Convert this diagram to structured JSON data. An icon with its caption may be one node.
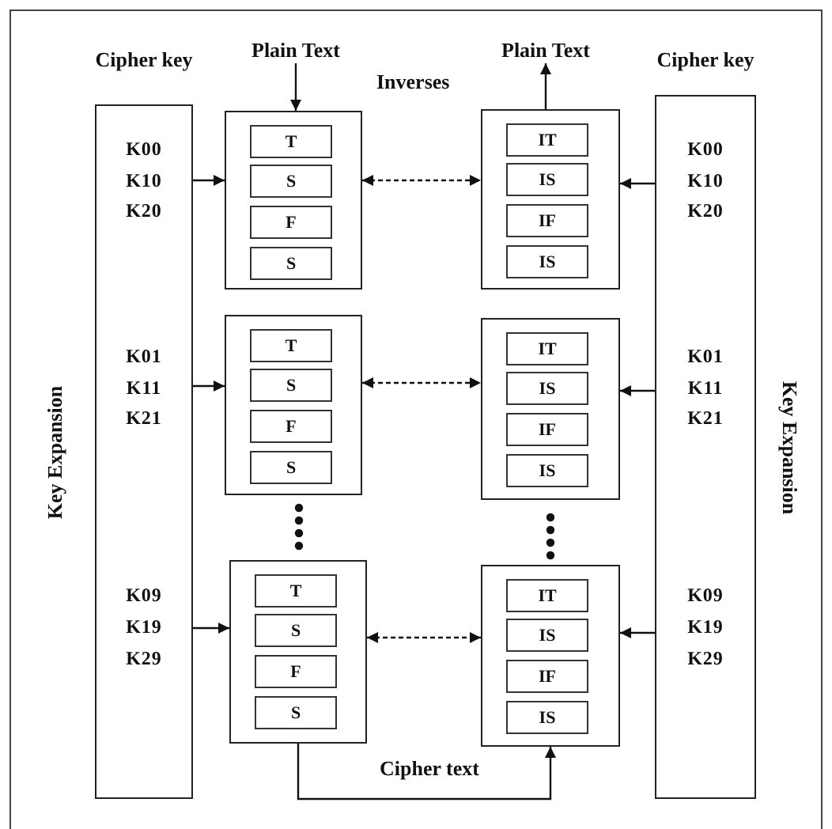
{
  "diagram": {
    "nodes": [
      {
        "text": [
          "Plain Text"
        ]
      },
      {
        "text": [
          "Plain Text"
        ]
      },
      {
        "text": [
          "Cipher key",
          "K00",
          "K10",
          "K20",
          "K01",
          "K11",
          "K21",
          "K09",
          "K19",
          "K29"
        ],
        "beside": [
          "Key Expansion"
        ]
      },
      {
        "text": [],
        "shape": "box"
      },
      {
        "text": [
          "T"
        ],
        "in": 3
      },
      {
        "text": [
          "S"
        ],
        "in": 3
      },
      {
        "text": [
          "F"
        ],
        "in": 3
      },
      {
        "text": [
          "S"
        ],
        "in": 3
      },
      {
        "text": [],
        "shape": "box"
      },
      {
        "text": [
          "IT"
        ],
        "in": 8
      },
      {
        "text": [
          "IS"
        ],
        "in": 8
      },
      {
        "text": [
          "IF"
        ],
        "in": 8
      },
      {
        "text": [
          "IS"
        ],
        "in": 8
      },
      {
        "text": [
          "Cipher key",
          "K00",
          "K10",
          "K20",
          "K01",
          "K11",
          "K21",
          "K09",
          "K19",
          "K29"
        ],
        "beside": [
          "Key Expansion"
        ]
      },
      {
        "text": [],
        "shape": "box"
      },
      {
        "text": [
          "T"
        ],
        "in": 14
      },
      {
        "text": [
          "S"
        ],
        "in": 14
      },
      {
        "text": [
          "F"
        ],
        "in": 14
      },
      {
        "text": [
          "S"
        ],
        "in": 14
      },
      {
        "text": [],
        "shape": "box"
      },
      {
        "text": [
          "IT"
        ],
        "in": 19
      },
      {
        "text": [
          "IS"
        ],
        "in": 19
      },
      {
        "text": [
          "IF"
        ],
        "in": 19
      },
      {
        "text": [
          "IS"
        ],
        "in": 19
      },
      {
        "text": [],
        "shape": "box"
      },
      {
        "text": [
          "T"
        ],
        "in": 24
      },
      {
        "text": [
          "S"
        ],
        "in": 24
      },
      {
        "text": [
          "F"
        ],
        "in": 24
      },
      {
        "text": [
          "S"
        ],
        "in": 24
      },
      {
        "text": [],
        "shape": "box"
      },
      {
        "text": [
          "IT"
        ],
        "in": 29
      },
      {
        "text": [
          "IS"
        ],
        "in": 29
      },
      {
        "text": [
          "IF"
        ],
        "in": 29
      },
      {
        "text": [
          "IS"
        ],
        "in": 29
      }
    ],
    "edges": [
      {
        "from": 0,
        "to": 3,
        "arrow": "to"
      },
      {
        "from": 8,
        "to": 1,
        "arrow": "to"
      },
      {
        "from": 2,
        "to": 3,
        "arrow": "to"
      },
      {
        "from": 2,
        "to": 14,
        "arrow": "to"
      },
      {
        "from": 2,
        "to": 24,
        "arrow": "to"
      },
      {
        "from": 13,
        "to": 8,
        "arrow": "to"
      },
      {
        "from": 13,
        "to": 19,
        "arrow": "to"
      },
      {
        "from": 13,
        "to": 29,
        "arrow": "to"
      },
      {
        "from": 3,
        "to": 8,
        "arrow": "both",
        "style": "dashed"
      },
      {
        "from": 14,
        "to": 19,
        "arrow": "both",
        "style": "dashed"
      },
      {
        "from": 24,
        "to": 29,
        "arrow": "both",
        "style": "dashed"
      },
      {
        "from": 24,
        "to": 29,
        "arrow": "to",
        "label": "Cipher text"
      }
    ],
    "labels": [
      "Inverses"
    ]
  }
}
